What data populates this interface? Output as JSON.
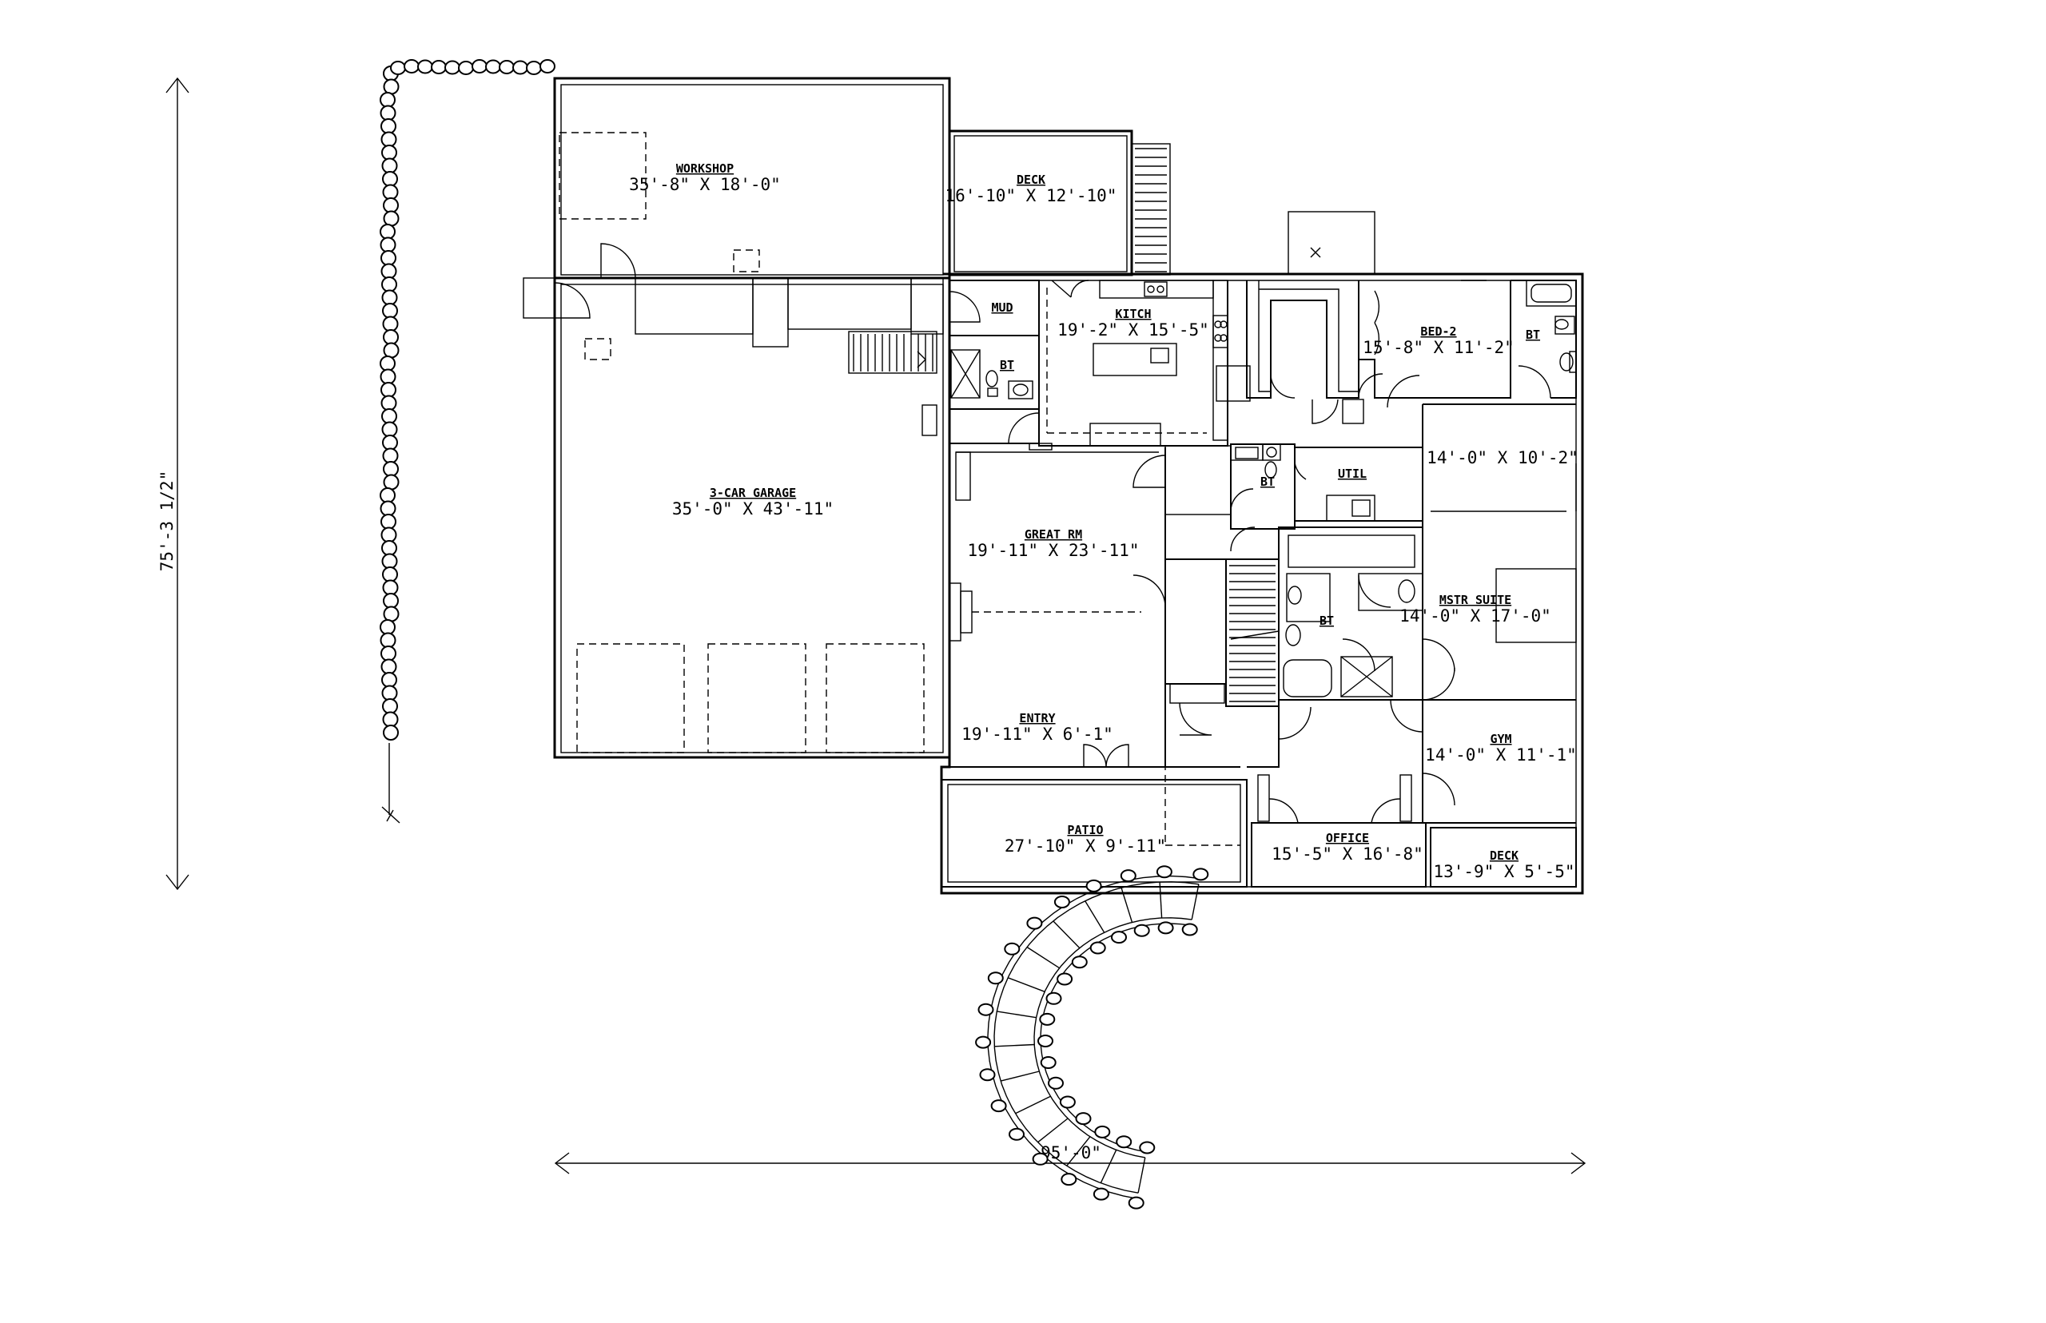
{
  "rooms": {
    "workshop": {
      "name": "WORKSHOP",
      "dim": "35'-8\" X 18'-0\""
    },
    "deck_rear": {
      "name": "DECK",
      "dim": "16'-10\" X 12'-10\""
    },
    "mud": {
      "name": "MUD"
    },
    "bath_mud": {
      "name": "BT"
    },
    "kitchen": {
      "name": "KITCH",
      "dim": "19'-2\" X 15'-5\""
    },
    "bed2": {
      "name": "BED-2",
      "dim": "15'-8\" X 11'-2\""
    },
    "bath_bed2": {
      "name": "BT"
    },
    "garage": {
      "name": "3-CAR GARAGE",
      "dim": "35'-0\" X 43'-11\""
    },
    "bedroom3": {
      "dim": "14'-0\" X 10'-2\""
    },
    "util": {
      "name": "UTIL"
    },
    "bath_hall": {
      "name": "BT"
    },
    "great_rm": {
      "name": "GREAT RM",
      "dim": "19'-11\" X 23'-11\""
    },
    "mstr_suite": {
      "name": "MSTR SUITE",
      "dim": "14'-0\" X 17'-0\""
    },
    "bath_mstr": {
      "name": "BT"
    },
    "entry": {
      "name": "ENTRY",
      "dim": "19'-11\" X 6'-1\""
    },
    "gym": {
      "name": "GYM",
      "dim": "14'-0\" X 11'-1\""
    },
    "patio": {
      "name": "PATIO",
      "dim": "27'-10\" X 9'-11\""
    },
    "office": {
      "name": "OFFICE",
      "dim": "15'-5\" X 16'-8\""
    },
    "deck_side": {
      "name": "DECK",
      "dim": "13'-9\" X 5'-5\""
    }
  },
  "dimensions": {
    "overall_width": "95'-0\"",
    "overall_depth": "75'-3 1/2\""
  }
}
